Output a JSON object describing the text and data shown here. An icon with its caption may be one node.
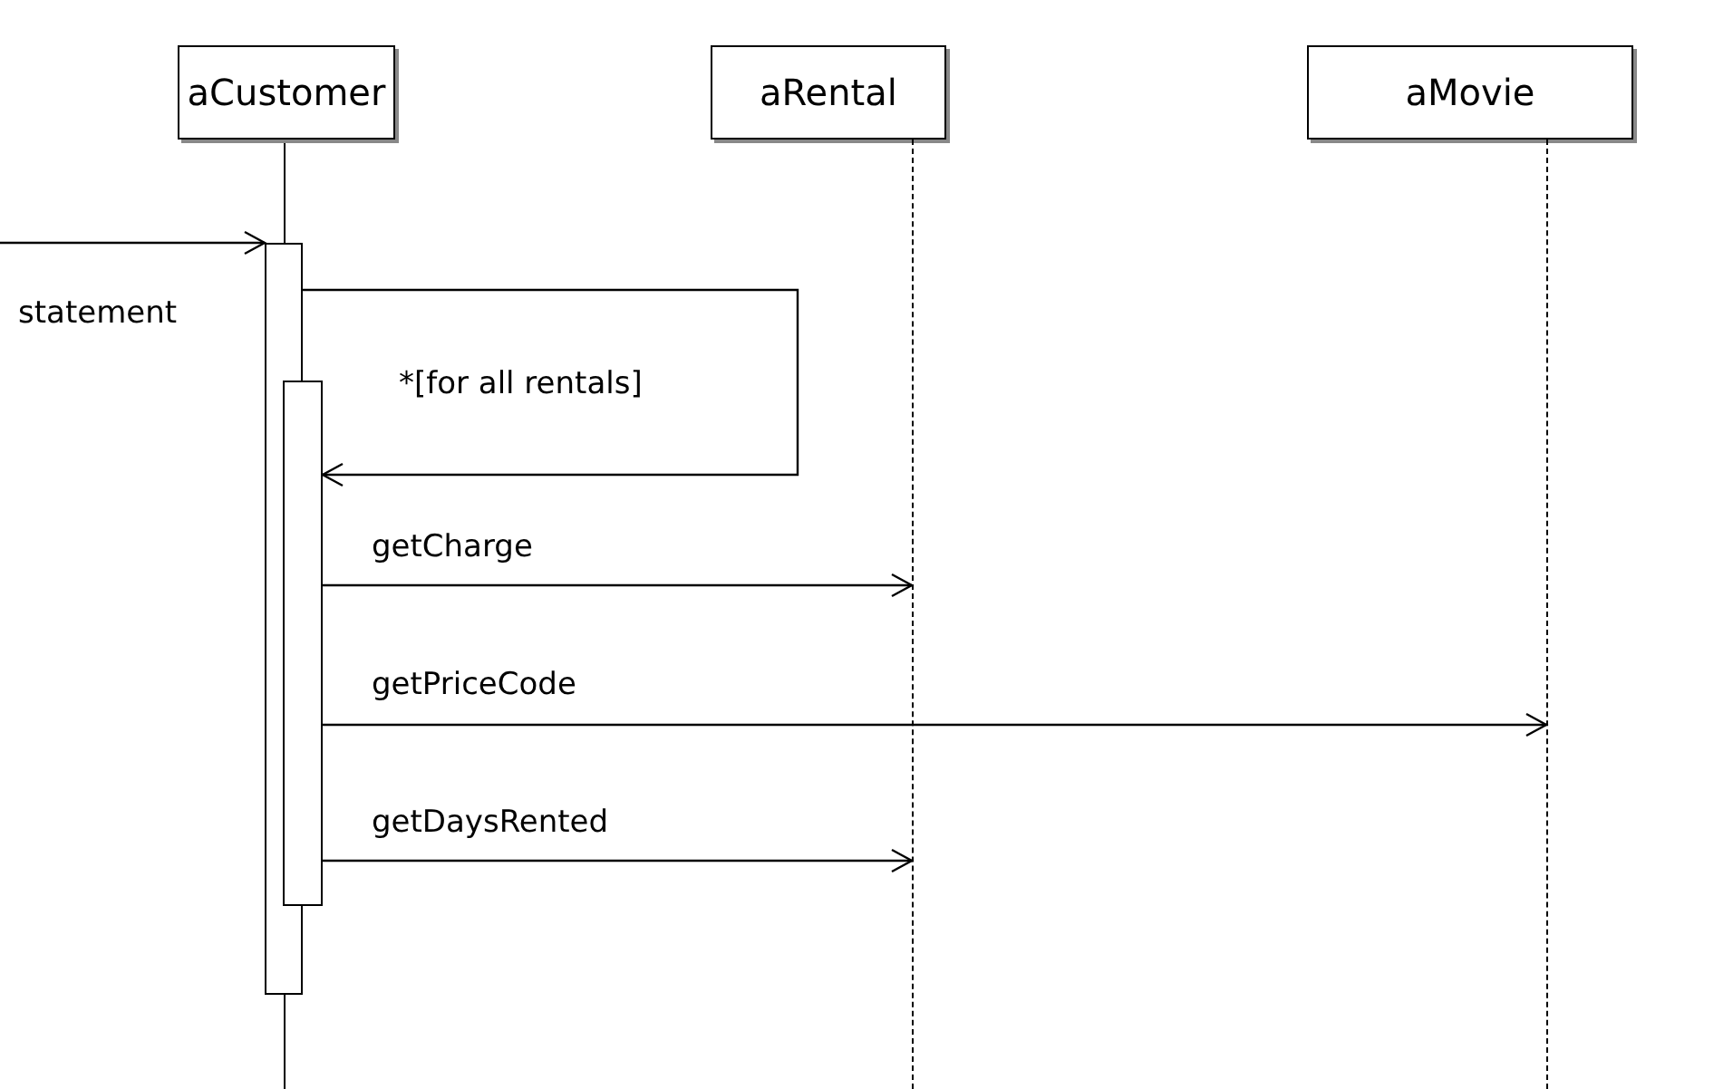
{
  "diagram": {
    "nodes": [
      {
        "text": [
          "aCustomer"
        ]
      },
      {
        "text": [
          "aRental"
        ]
      },
      {
        "text": [
          "aMovie"
        ]
      },
      {
        "text": [],
        "shape": "bar"
      },
      {
        "text": [],
        "shape": "bar"
      },
      {
        "text": [],
        "shape": "line"
      },
      {
        "text": [],
        "shape": "line"
      }
    ],
    "edges": [
      {
        "from": null,
        "to": 3,
        "arrow": "to",
        "label": "statement"
      },
      {
        "from": 3,
        "to": 4,
        "arrow": "to",
        "label": "*[for all rentals]"
      },
      {
        "from": 4,
        "to": 5,
        "arrow": "to",
        "label": "getCharge"
      },
      {
        "from": 4,
        "to": 6,
        "arrow": "to",
        "label": "getPriceCode"
      },
      {
        "from": 4,
        "to": 5,
        "arrow": "to",
        "label": "getDaysRented"
      }
    ]
  }
}
